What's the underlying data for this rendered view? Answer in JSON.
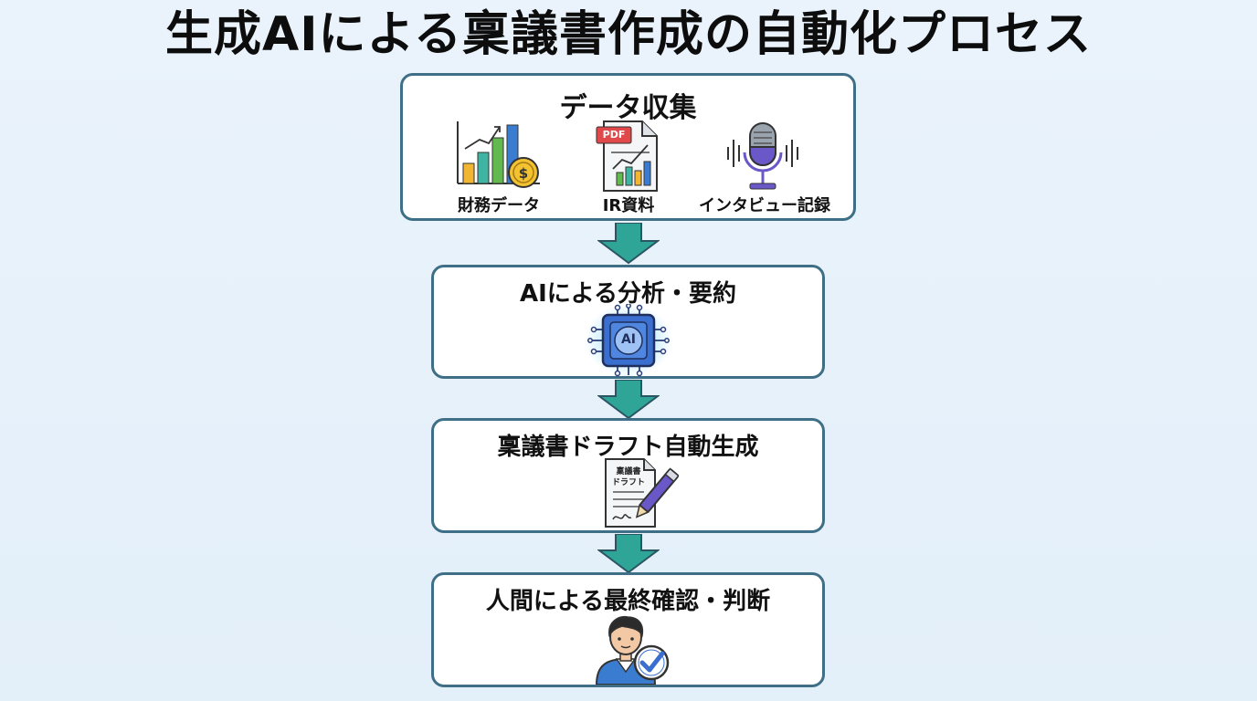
{
  "title": "生成AIによる稟議書作成の自動化プロセス",
  "steps": [
    {
      "title": "データ収集",
      "sources": [
        {
          "label": "財務データ",
          "icon": "bar-chart-coin-icon"
        },
        {
          "label": "IR資料",
          "icon": "pdf-document-icon",
          "badge": "PDF"
        },
        {
          "label": "インタビュー記録",
          "icon": "microphone-icon"
        }
      ]
    },
    {
      "title": "AIによる分析・要約",
      "icon": "ai-chip-icon",
      "icon_text": "AI"
    },
    {
      "title": "稟議書ドラフト自動生成",
      "icon": "draft-document-pen-icon",
      "doc_lines": [
        "稟議書",
        "ドラフト"
      ]
    },
    {
      "title": "人間による最終確認・判断",
      "icon": "person-check-icon"
    }
  ],
  "colors": {
    "border": "#3f6f86",
    "arrow": "#2fa597",
    "accent_blue": "#3a6fcf",
    "accent_purple": "#6a58c9",
    "pdf_red": "#e0484a"
  }
}
